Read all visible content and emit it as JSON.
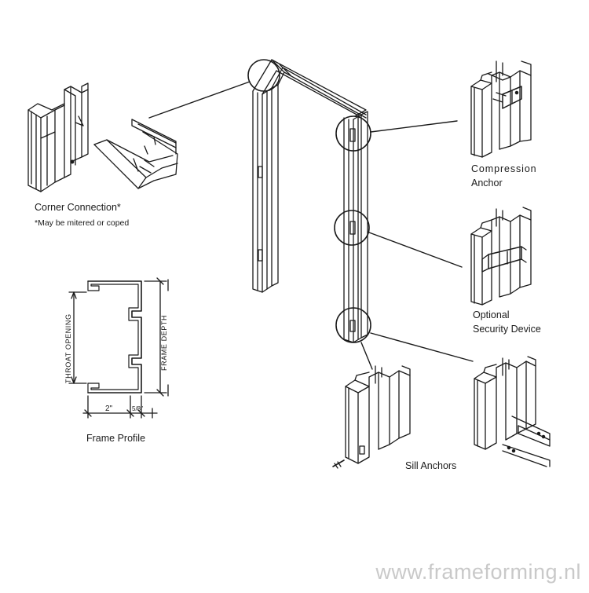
{
  "labels": {
    "corner_connection": "Corner Connection*",
    "corner_note": "*May be mitered or coped",
    "compression_anchor_line1": "Compression",
    "compression_anchor_line2": "Anchor",
    "optional_line1": "Optional",
    "optional_line2": "Security Device",
    "frame_profile": "Frame Profile",
    "sill_anchors": "Sill Anchors",
    "throat_opening": "THROAT OPENING",
    "frame_depth": "FRAME DEPTH",
    "dim_2in": "2\"",
    "dim_5_8": "5/8\""
  },
  "watermark": "www.frameforming.nl",
  "colors": {
    "line": "#1a1a1a",
    "watermark": "#c9c9c9",
    "background": "#ffffff"
  }
}
